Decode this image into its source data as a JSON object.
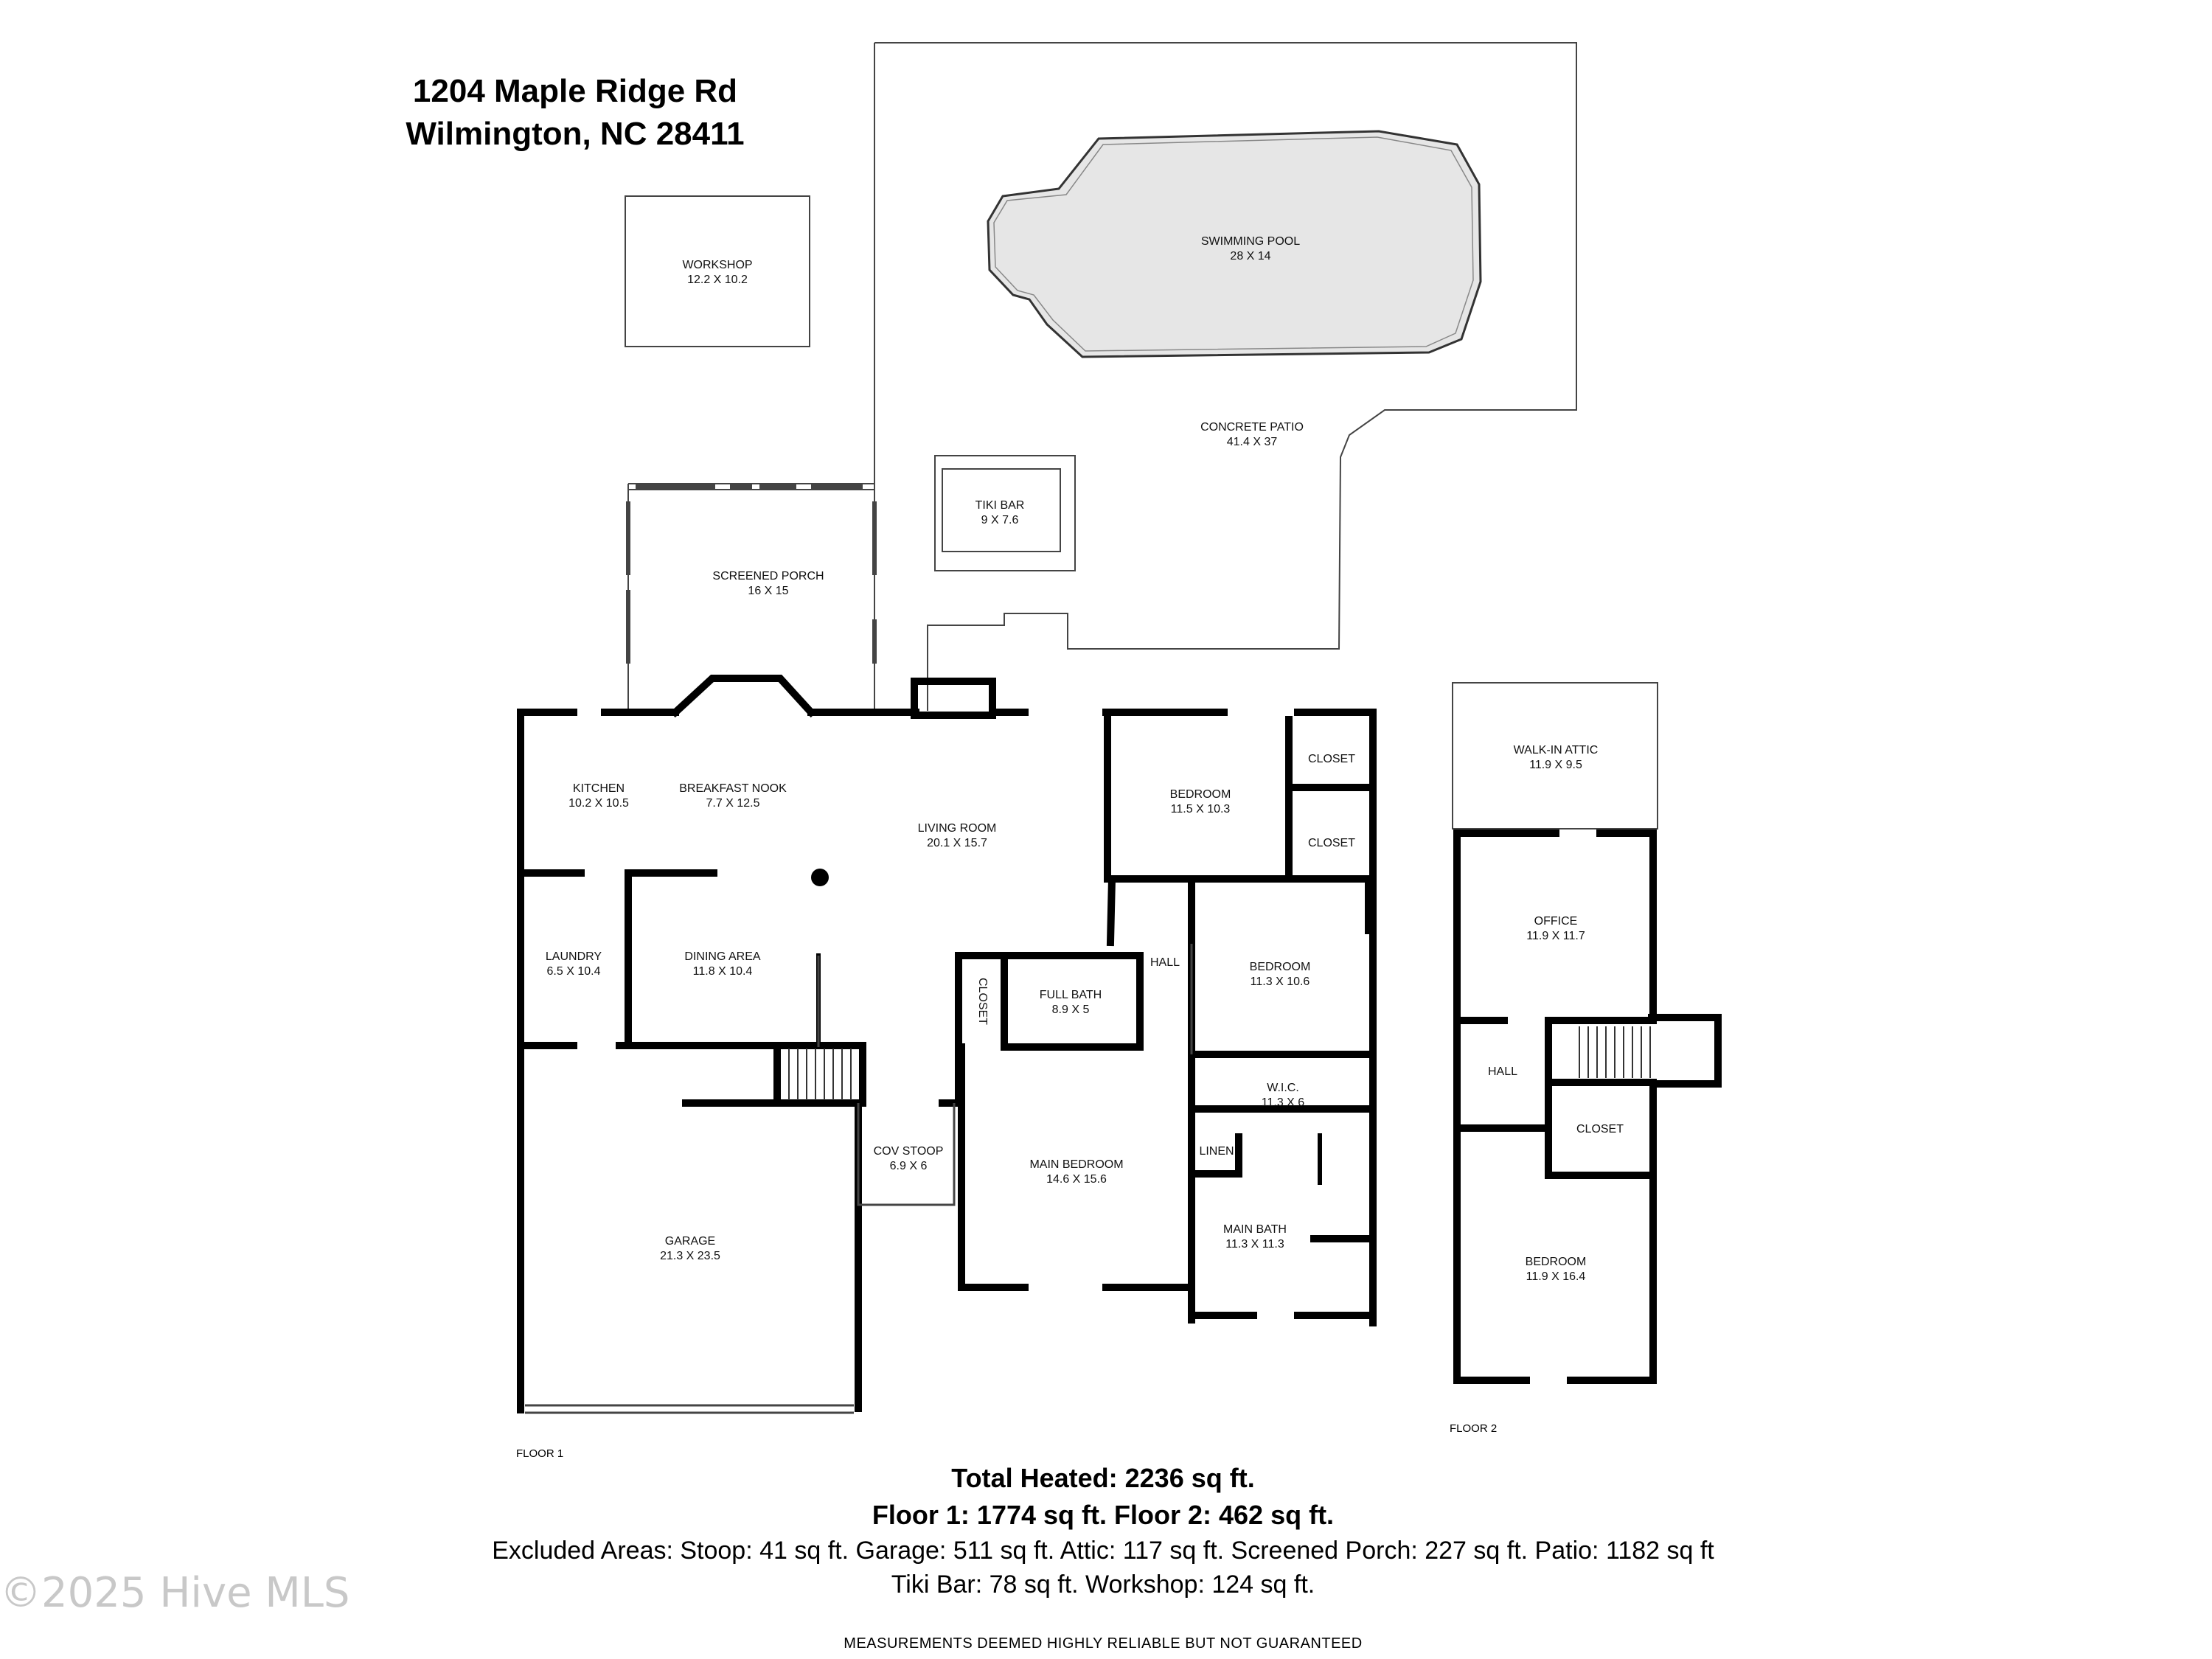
{
  "address": {
    "line1": "1204 Maple Ridge Rd",
    "line2": "Wilmington, NC 28411"
  },
  "rooms": {
    "workshop": {
      "name": "WORKSHOP",
      "dims": "12.2 X 10.2"
    },
    "pool": {
      "name": "SWIMMING POOL",
      "dims": "28 X 14"
    },
    "patio": {
      "name": "CONCRETE PATIO",
      "dims": "41.4 X 37"
    },
    "tiki": {
      "name": "TIKI BAR",
      "dims": "9 X 7.6"
    },
    "porch": {
      "name": "SCREENED PORCH",
      "dims": "16 X 15"
    },
    "kitchen": {
      "name": "KITCHEN",
      "dims": "10.2 X 10.5"
    },
    "nook": {
      "name": "BREAKFAST NOOK",
      "dims": "7.7 X 12.5"
    },
    "living": {
      "name": "LIVING ROOM",
      "dims": "20.1 X 15.7"
    },
    "bedroom1": {
      "name": "BEDROOM",
      "dims": "11.5 X 10.3"
    },
    "closet1": {
      "name": "CLOSET"
    },
    "closet2": {
      "name": "CLOSET"
    },
    "laundry": {
      "name": "LAUNDRY",
      "dims": "6.5 X 10.4"
    },
    "dining": {
      "name": "DINING AREA",
      "dims": "11.8 X 10.4"
    },
    "closet3": {
      "name": "CLOSET"
    },
    "fullbath": {
      "name": "FULL BATH",
      "dims": "8.9 X 5"
    },
    "hall1": {
      "name": "HALL"
    },
    "bedroom2": {
      "name": "BEDROOM",
      "dims": "11.3 X 10.6"
    },
    "wic": {
      "name": "W.I.C.",
      "dims": "11.3 X 6"
    },
    "linen": {
      "name": "LINEN"
    },
    "stoop": {
      "name": "COV STOOP",
      "dims": "6.9 X 6"
    },
    "mainbed": {
      "name": "MAIN BEDROOM",
      "dims": "14.6 X 15.6"
    },
    "mainbath": {
      "name": "MAIN BATH",
      "dims": "11.3 X 11.3"
    },
    "garage": {
      "name": "GARAGE",
      "dims": "21.3 X 23.5"
    },
    "attic": {
      "name": "WALK-IN ATTIC",
      "dims": "11.9 X 9.5"
    },
    "office": {
      "name": "OFFICE",
      "dims": "11.9 X 11.7"
    },
    "hall2": {
      "name": "HALL"
    },
    "closet4": {
      "name": "CLOSET"
    },
    "bedroom3": {
      "name": "BEDROOM",
      "dims": "11.9 X 16.4"
    }
  },
  "floors": {
    "floor1": "FLOOR 1",
    "floor2": "FLOOR 2"
  },
  "summary": {
    "total": "Total Heated: 2236 sq ft.",
    "floors": "Floor 1: 1774 sq ft. Floor 2: 462 sq ft.",
    "excluded": "Excluded Areas: Stoop: 41 sq ft. Garage: 511 sq ft. Attic: 117 sq ft. Screened Porch: 227 sq ft. Patio: 1182 sq ft",
    "excluded2": "Tiki Bar: 78 sq ft. Workshop: 124 sq ft.",
    "disclaimer": "MEASUREMENTS DEEMED HIGHLY RELIABLE BUT NOT GUARANTEED"
  },
  "watermark": "©2025 Hive MLS",
  "colors": {
    "wall": "#000000",
    "pool_fill": "#e6e6e6",
    "thin_line": "#444444",
    "watermark": "#c8c8c8"
  }
}
